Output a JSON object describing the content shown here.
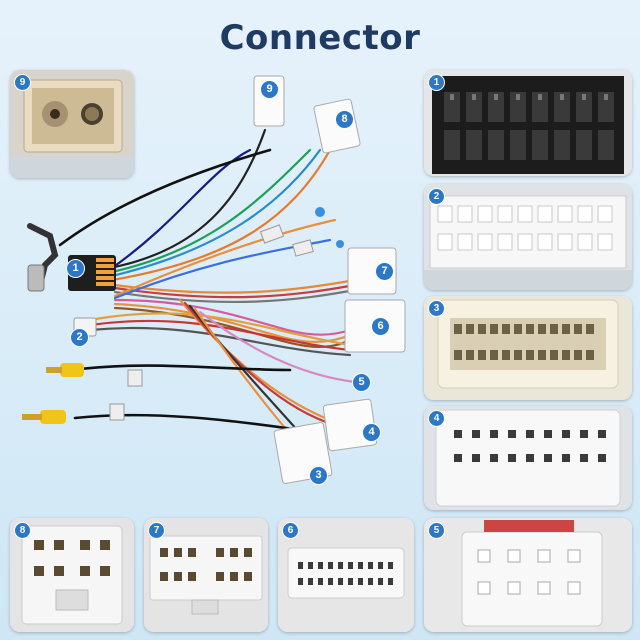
{
  "title": "Connector",
  "insets": [
    {
      "id": "inset-9",
      "label": "9"
    },
    {
      "id": "inset-1",
      "label": "1"
    },
    {
      "id": "inset-2",
      "label": "2"
    },
    {
      "id": "inset-3",
      "label": "3"
    },
    {
      "id": "inset-4",
      "label": "4"
    },
    {
      "id": "inset-8",
      "label": "8"
    },
    {
      "id": "inset-7",
      "label": "7"
    },
    {
      "id": "inset-6",
      "label": "6"
    },
    {
      "id": "inset-5",
      "label": "5"
    }
  ],
  "harness_labels": [
    "1",
    "2",
    "3",
    "4",
    "5",
    "6",
    "7",
    "8",
    "9"
  ],
  "colors": {
    "badge": "#2b78c9",
    "title": "#1f3b63"
  }
}
